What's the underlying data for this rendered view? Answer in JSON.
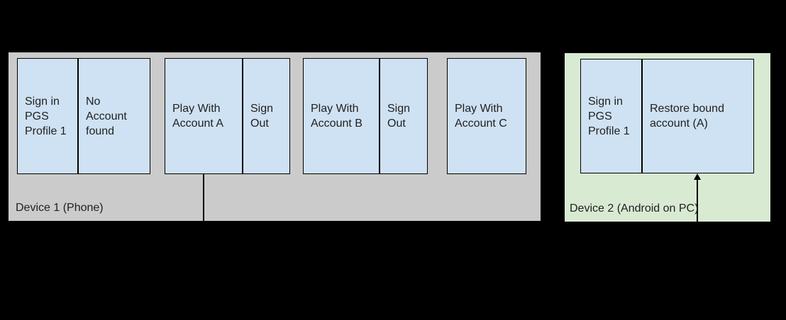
{
  "colors": {
    "canvas_bg": "#000000",
    "device1_bg": "#cbcbcb",
    "device2_bg": "#d9ead3",
    "step_bg": "#cfe2f3",
    "border": "#000000",
    "text": "#212121"
  },
  "device1": {
    "label": "Device 1 (Phone)",
    "steps": [
      {
        "text": "Sign in\nPGS\nProfile 1"
      },
      {
        "text": "No\nAccount\nfound"
      },
      {
        "text": "Play With\nAccount A"
      },
      {
        "text": "Sign\nOut"
      },
      {
        "text": "Play With\nAccount B"
      },
      {
        "text": "Sign\nOut"
      },
      {
        "text": "Play With\nAccount C"
      }
    ]
  },
  "device2": {
    "label": "Device 2 (Android on PC)",
    "steps": [
      {
        "text": "Sign in\nPGS\nProfile 1"
      },
      {
        "text": "Restore bound\naccount (A)"
      }
    ]
  }
}
